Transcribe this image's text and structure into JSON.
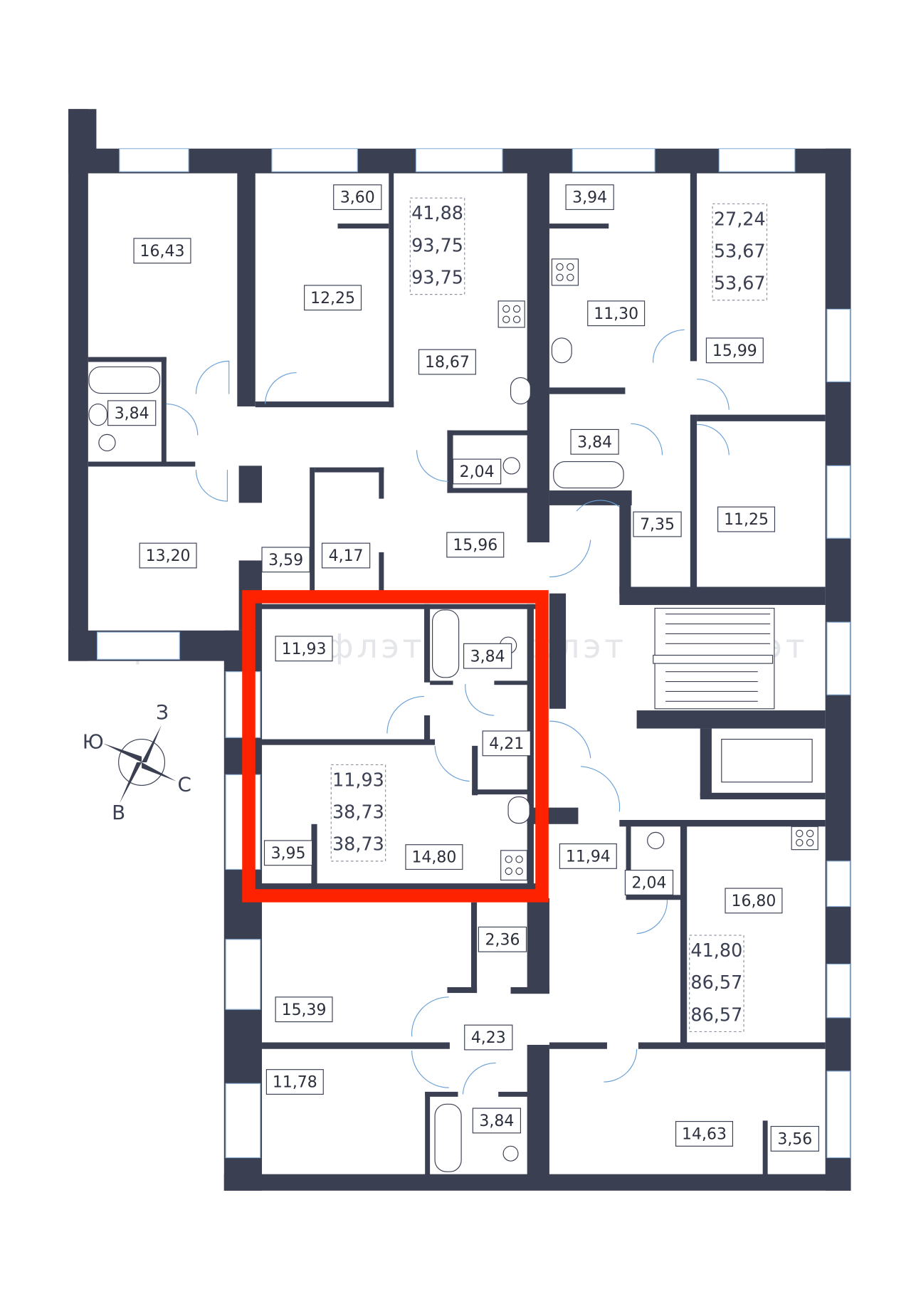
{
  "plan": {
    "rooms": [
      {
        "area": "16,43"
      },
      {
        "area": "3,60"
      },
      {
        "area": "12,25"
      },
      {
        "area": "18,67"
      },
      {
        "area": "3,94"
      },
      {
        "area": "11,30"
      },
      {
        "area": "15,99"
      },
      {
        "area": "3,84"
      },
      {
        "area": "3,84"
      },
      {
        "area": "2,04"
      },
      {
        "area": "7,35"
      },
      {
        "area": "11,25"
      },
      {
        "area": "13,20"
      },
      {
        "area": "3,59"
      },
      {
        "area": "4,17"
      },
      {
        "area": "15,96"
      },
      {
        "area": "11,93"
      },
      {
        "area": "3,84"
      },
      {
        "area": "4,21"
      },
      {
        "area": "3,95"
      },
      {
        "area": "14,80"
      },
      {
        "area": "11,94"
      },
      {
        "area": "2,04"
      },
      {
        "area": "16,80"
      },
      {
        "area": "2,36"
      },
      {
        "area": "15,39"
      },
      {
        "area": "4,23"
      },
      {
        "area": "11,78"
      },
      {
        "area": "3,84"
      },
      {
        "area": "14,63"
      },
      {
        "area": "3,56"
      }
    ],
    "apartments": [
      {
        "living": "41,88",
        "total": "93,75",
        "total_with_balcony": "93,75"
      },
      {
        "living": "27,24",
        "total": "53,67",
        "total_with_balcony": "53,67"
      },
      {
        "living": "11,93",
        "total": "38,73",
        "total_with_balcony": "38,73",
        "highlighted": true
      },
      {
        "living": "41,80",
        "total": "86,57",
        "total_with_balcony": "86,57"
      }
    ],
    "highlight_color": "#ff2200",
    "wall_color": "#3a3f52"
  },
  "compass": {
    "north": "С",
    "south": "Ю",
    "west": "З",
    "east": "В"
  },
  "watermark": "флэт"
}
